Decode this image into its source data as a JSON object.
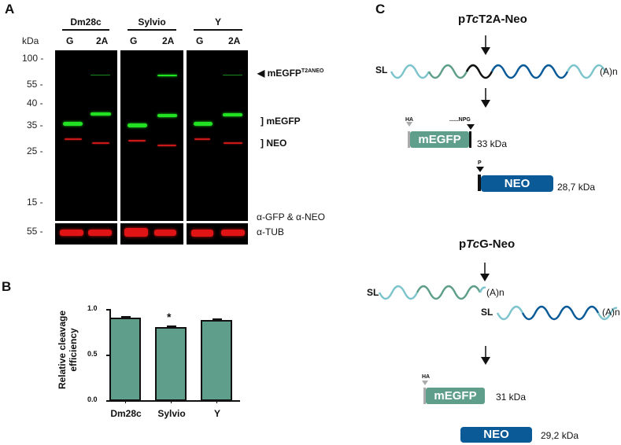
{
  "panel_a": {
    "letter": "A",
    "kda_label": "kDa",
    "strains": [
      "Dm28c",
      "Sylvio",
      "Y"
    ],
    "lanes": [
      "G",
      "2A"
    ],
    "markers": [
      "100 -",
      "55 -",
      "40 -",
      "35 -",
      "25 -",
      "15 -"
    ],
    "tub_marker": "55 -",
    "annotations": {
      "fusion": "mEGFP",
      "fusion_sup": "T2ANEO",
      "egfp": "] mEGFP",
      "neo": "] NEO",
      "antibody_main": "α-GFP & α-NEO",
      "antibody_tub": "α-TUB"
    }
  },
  "panel_b": {
    "letter": "B",
    "significance": "*"
  },
  "chart_data": {
    "type": "bar",
    "title": "",
    "categories": [
      "Dm28c",
      "Sylvio",
      "Y"
    ],
    "values": [
      0.9,
      0.8,
      0.88
    ],
    "errors": [
      0.02,
      0.02,
      0.015
    ],
    "xlabel": "",
    "ylabel": "Relative cleavage efficiency",
    "ylabel_line1": "Relative cleavage",
    "ylabel_line2": "efficiency",
    "ylim": [
      0,
      1.0
    ],
    "yticks": [
      "0.0",
      "0.5",
      "1.0"
    ],
    "annotations": [
      {
        "category": "Sylvio",
        "text": "*"
      }
    ],
    "bar_color": "#5f9e8b",
    "grid": false
  },
  "panel_c": {
    "letter": "C",
    "construct1": {
      "prefix": "p",
      "italic": "Tc",
      "suffix": "T2A-Neo"
    },
    "construct2": {
      "prefix": "p",
      "italic": "Tc",
      "suffix": "G-Neo"
    },
    "sl": "SL",
    "polya": "(A)n",
    "ha": "HA",
    "npg": "......NPG",
    "p": "P",
    "egfp_label": "mEGFP",
    "neo_label": "NEO",
    "t2a_egfp_kda": "33 kDa",
    "t2a_neo_kda": "28,7 kDa",
    "g_egfp_kda": "31 kDa",
    "g_neo_kda": "29,2 kDa",
    "colors": {
      "light": "#7ec4cc",
      "green": "#5f9e8b",
      "dark": "#0b5a98",
      "black": "#111111"
    }
  }
}
